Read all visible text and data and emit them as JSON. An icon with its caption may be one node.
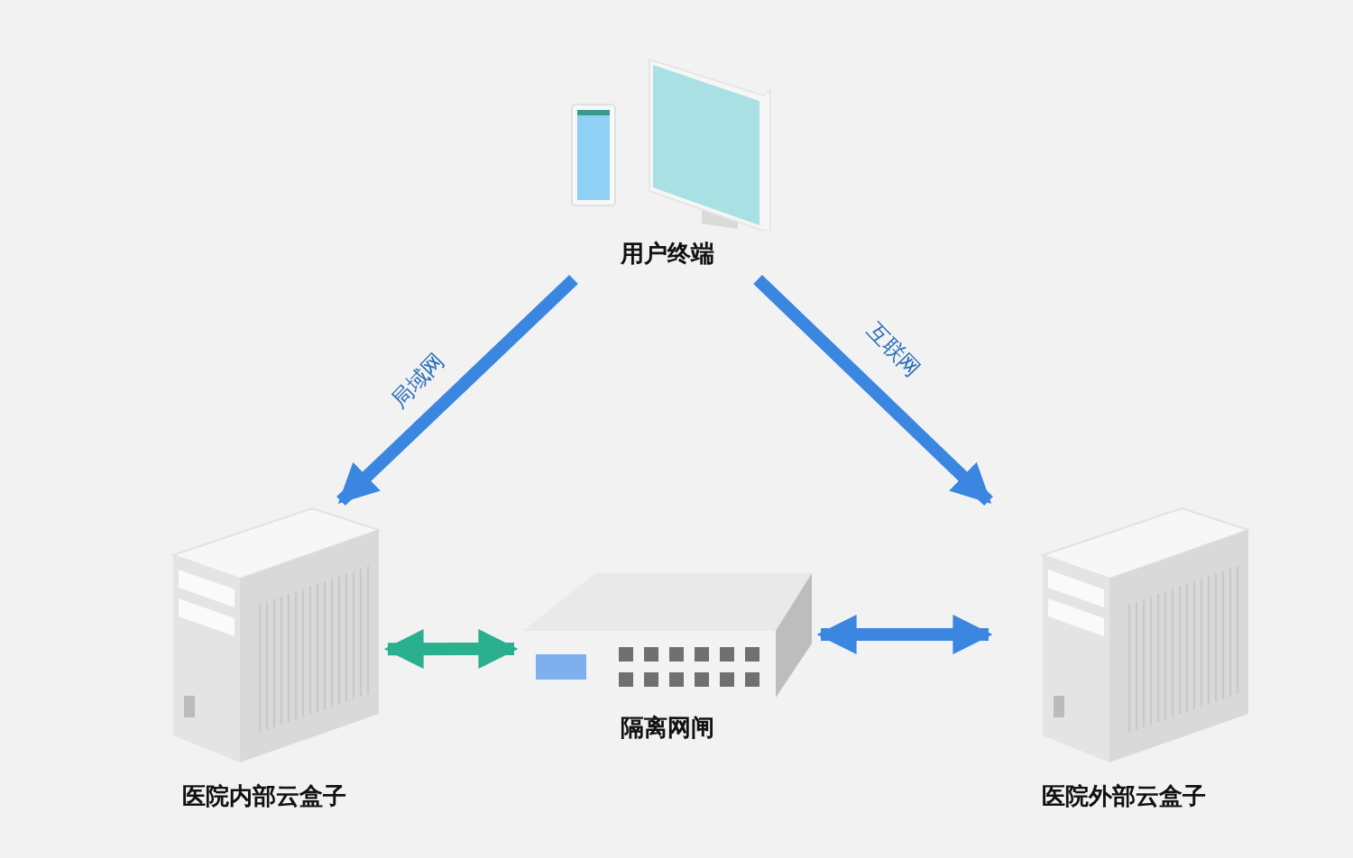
{
  "diagram": {
    "nodes": [
      {
        "text": [
          "用户终端"
        ]
      },
      {
        "text": [
          "医院内部云盒子"
        ]
      },
      {
        "text": [
          "隔离网闸"
        ]
      },
      {
        "text": [
          "医院外部云盒子"
        ]
      }
    ],
    "edges": [
      {
        "from": 0,
        "to": 1,
        "arrow": "to",
        "label": "局域网"
      },
      {
        "from": 0,
        "to": 3,
        "arrow": "to",
        "label": "互联网"
      },
      {
        "from": 1,
        "to": 2,
        "arrow": "both",
        "color": "#2bb08f"
      },
      {
        "from": 2,
        "to": 3,
        "arrow": "both"
      }
    ]
  }
}
